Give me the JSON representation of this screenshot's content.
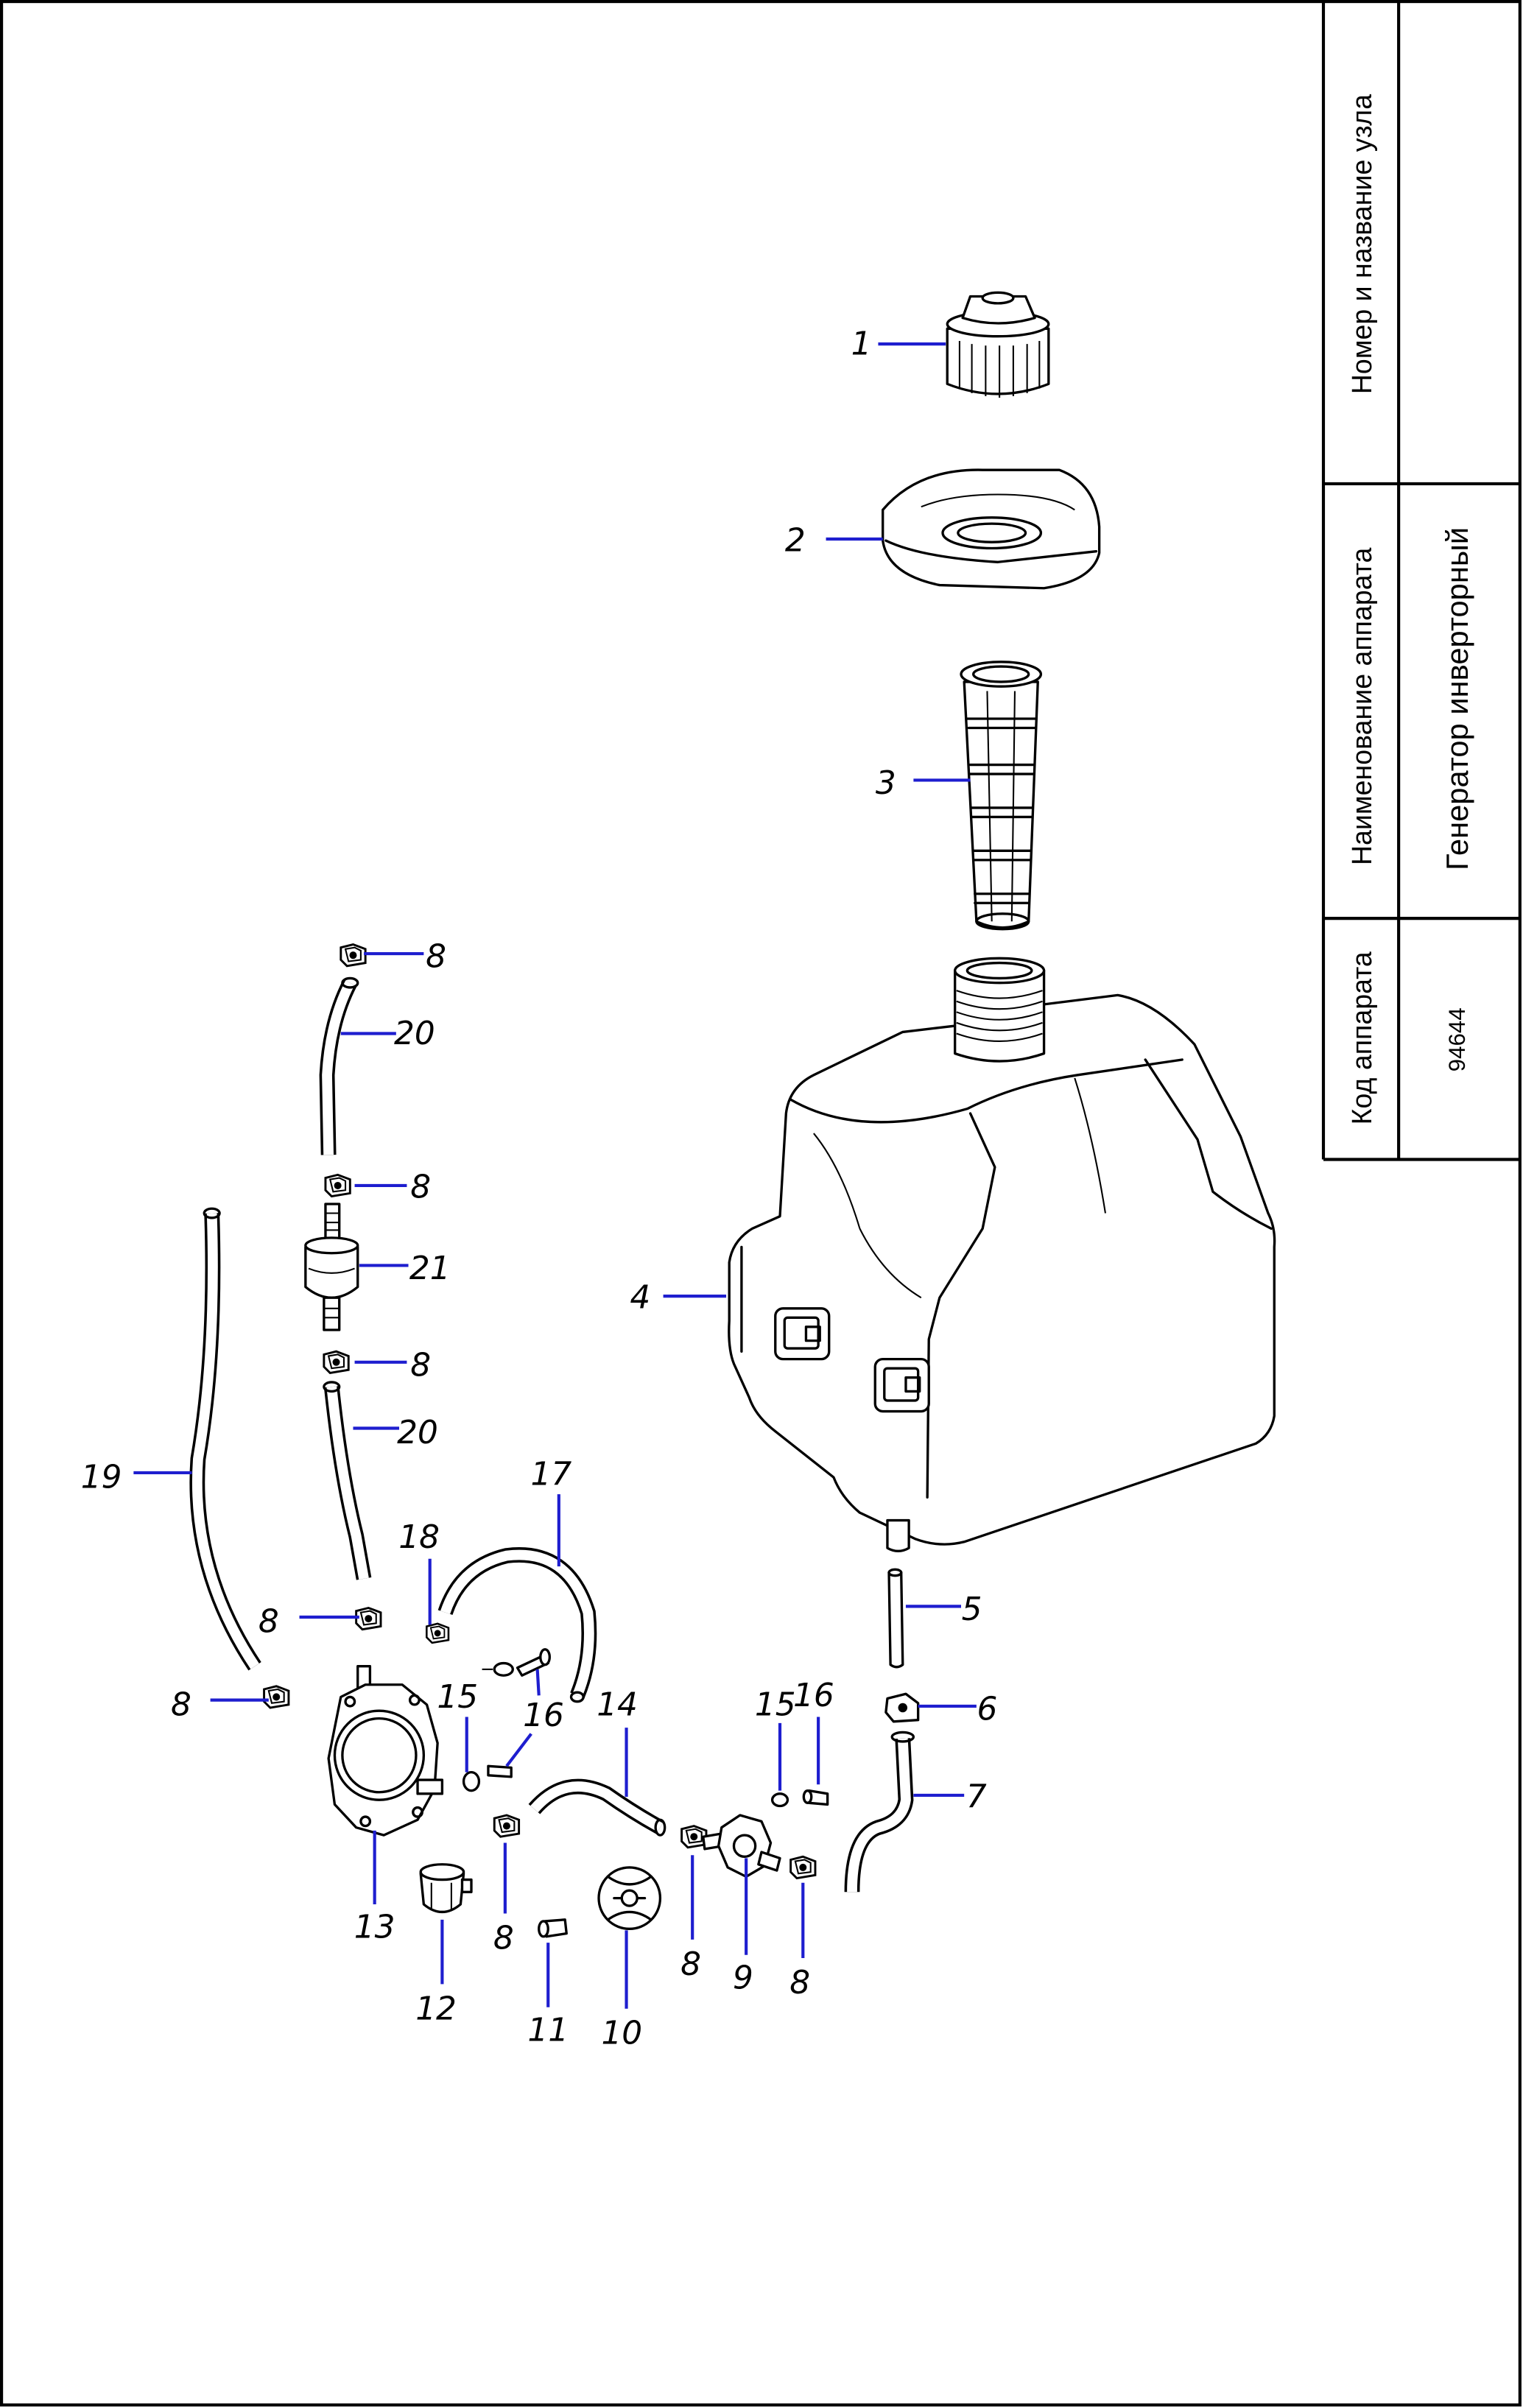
{
  "title_block": {
    "assembly_label": "Номер и название узла",
    "device_name_label": "Наименование аппарата",
    "device_name_value": "Генератор инверторный",
    "device_code_label": "Код аппарата",
    "device_code_value": "94644"
  },
  "callouts": [
    "1",
    "2",
    "3",
    "4",
    "5",
    "6",
    "7",
    "8",
    "20",
    "8",
    "21",
    "8",
    "20",
    "19",
    "17",
    "18",
    "8",
    "8",
    "15",
    "16",
    "14",
    "15",
    "16",
    "13",
    "12",
    "8",
    "11",
    "10",
    "8",
    "9",
    "8"
  ],
  "colors": {
    "leader": "#1e1ecf",
    "ink": "#000000",
    "paper": "#ffffff"
  }
}
